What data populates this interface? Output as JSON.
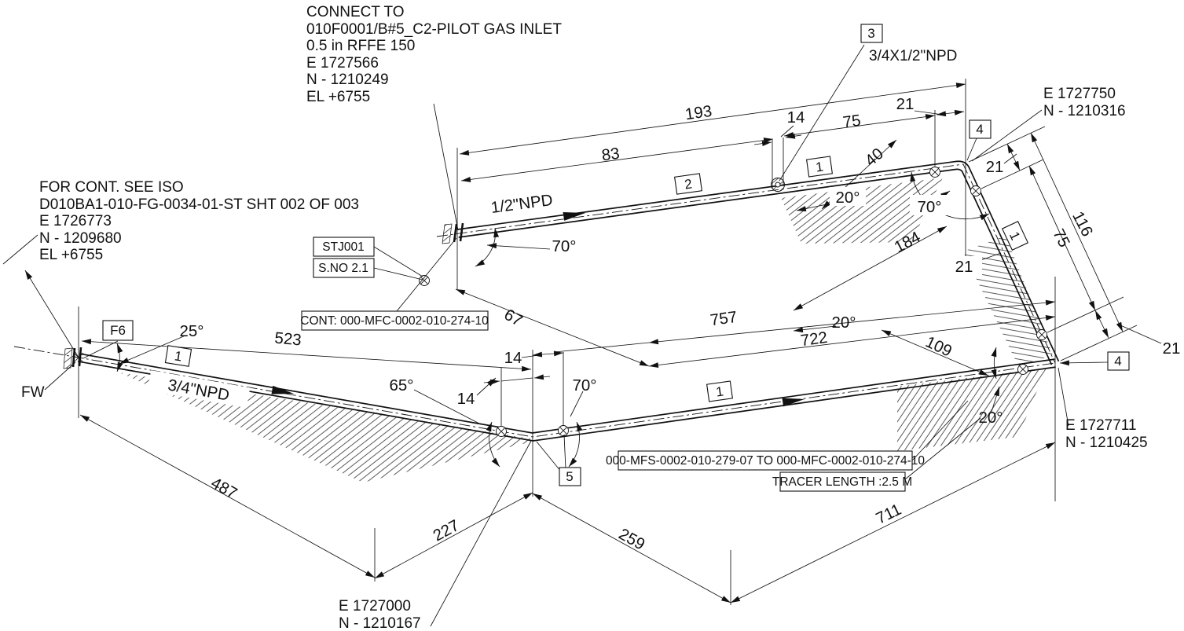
{
  "notes": {
    "connect_to": {
      "l1": "CONNECT TO",
      "l2": "010F0001/B#5_C2-PILOT GAS INLET",
      "l3": "0.5 in RFFE 150",
      "l4": "E 1727566",
      "l5": "N - 1210249",
      "l6": "EL +6755"
    },
    "for_cont": {
      "l1": "FOR CONT. SEE ISO",
      "l2": "D010BA1-010-FG-0034-01-ST SHT  002 OF 003",
      "l3": "E 1726773",
      "l4": "N - 1209680",
      "l5": "EL +6755"
    },
    "coord_ne": {
      "l1": "E 1727750",
      "l2": "N - 1210316"
    },
    "coord_e": {
      "l1": "E 1727711",
      "l2": "N - 1210425"
    },
    "coord_s": {
      "l1": "E 1727000",
      "l2": "N - 1210167"
    },
    "fw": "FW"
  },
  "callouts": {
    "stj": "STJ001",
    "sno": "S.NO 2.1",
    "cont": "CONT: 000-MFC-0002-010-274-10",
    "mfs": "000-MFS-0002-010-279-07 TO 000-MFC-0002-010-274-10",
    "tracer": "TRACER LENGTH :2.5 M",
    "f6": "F6"
  },
  "tags": {
    "t3": "3",
    "t4a": "4",
    "t4b": "4",
    "t5": "5",
    "t2": "2",
    "t1a": "1",
    "t1b": "1",
    "t1c": "1",
    "t1d": "1"
  },
  "pipes": {
    "top_label": "1/2\"NPD",
    "bottom_label": "3/4\"NPD",
    "reducer_label": "3/4X1/2\"NPD"
  },
  "dims": {
    "d193": "193",
    "d83": "83",
    "d75top": "75",
    "d14top": "14",
    "d21top": "21",
    "d40": "40",
    "d21elbow": "21",
    "d21diag": "21",
    "d116": "116",
    "d75diag": "75",
    "d21right": "21",
    "d184": "184",
    "d757": "757",
    "d722": "722",
    "d109": "109",
    "d67": "67",
    "d523": "523",
    "d487": "487",
    "d227": "227",
    "d259": "259",
    "d711": "711",
    "d14midu": "14",
    "d14midl": "14"
  },
  "angles": {
    "a25": "25°",
    "a65": "65°",
    "a70center": "70°",
    "a70top": "70°",
    "a70elbow": "70°",
    "a20top": "20°",
    "a20mid": "20°",
    "a20right": "20°"
  }
}
